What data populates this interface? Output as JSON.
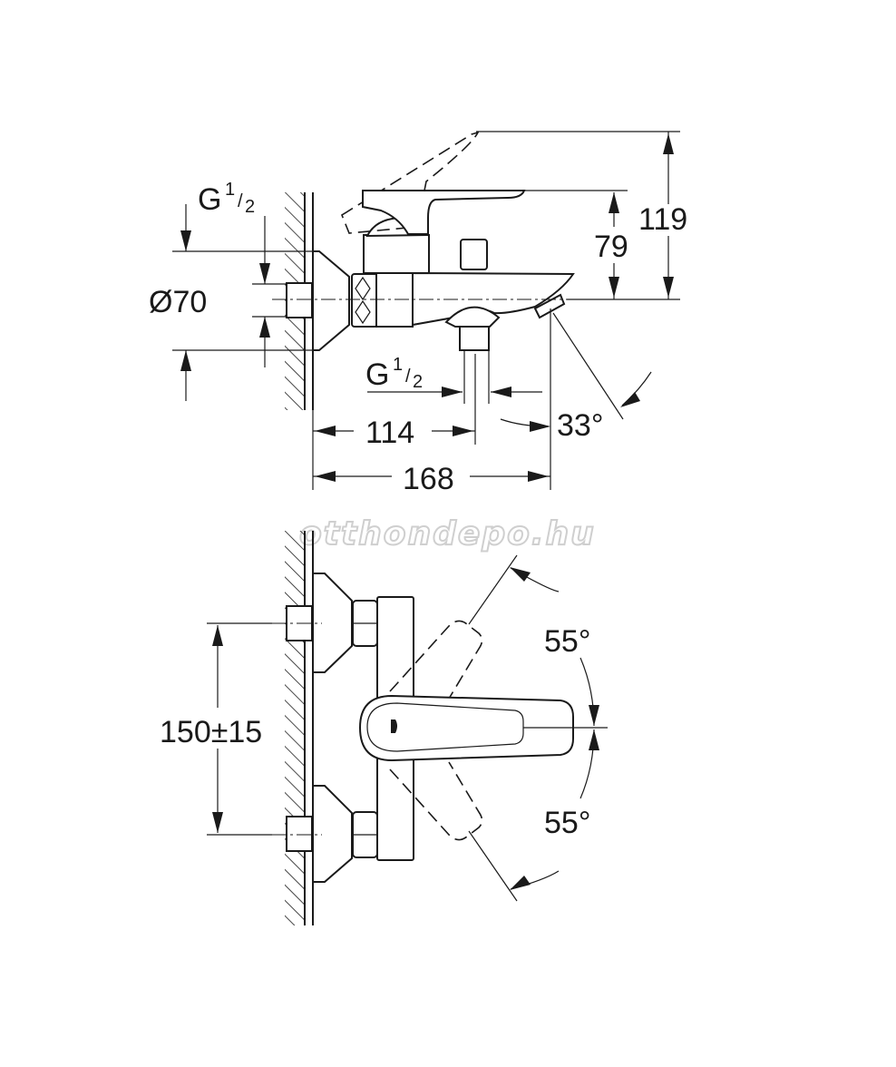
{
  "watermark": "otthondepo.hu",
  "side_view": {
    "thread_top": {
      "main": "G",
      "frac_num": "1",
      "frac_den": "2"
    },
    "diameter": "Ø70",
    "height_handle": "79",
    "height_total": "119",
    "thread_bottom": {
      "main": "G",
      "frac_num": "1",
      "frac_den": "2"
    },
    "spout_angle": "33°",
    "depth_outlet": "114",
    "depth_total": "168"
  },
  "front_view": {
    "centers": "150±15",
    "angle_up": "55°",
    "angle_down": "55°"
  }
}
